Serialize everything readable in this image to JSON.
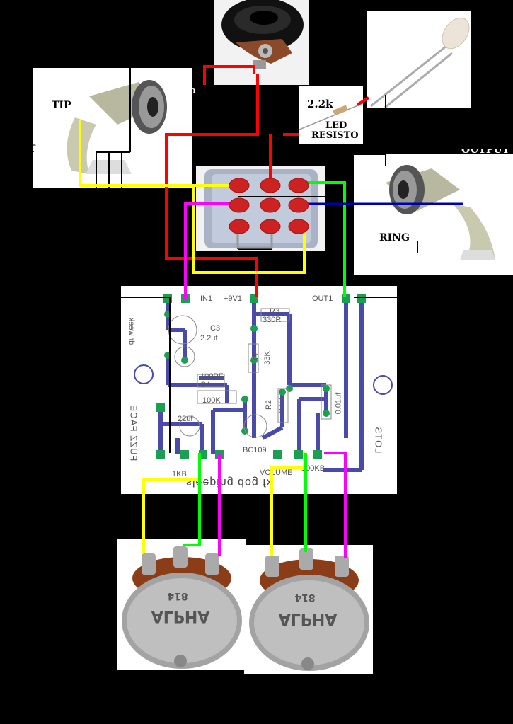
{
  "labels": {
    "tip": "TIP",
    "tip_left": "T",
    "to": "to",
    "resistor_value": "2.2k",
    "led_line1": "LED",
    "led_line2": "RESISTO",
    "output": "OUTPUT",
    "ring": "RING"
  },
  "pcb": {
    "in1": "IN1",
    "v9": "+9V1",
    "out1": "OUT1",
    "r3": "R3",
    "r3_val": "330R",
    "c3": "C3",
    "c3_val": "2.2uf",
    "r4": "R4",
    "r4_val": "33K",
    "c4_val": "100PF",
    "c4": "C4",
    "r1_val": "100K",
    "r2": "R2",
    "r2_val": "8.2K",
    "c2_val": "22uf",
    "c_val": "0.01uf",
    "transistor": "BC109",
    "pot1": "1KB",
    "pot2": "100KB",
    "pot2_name": "VOLUME",
    "mirror_left": "FUZZ FACE",
    "mirror_top": "dr week",
    "mirror_bottom": "sleeping dog fx",
    "mirror_right": "LOTS"
  },
  "pots": [
    {
      "brand": "ALPHA",
      "code": "814"
    },
    {
      "brand": "ALPHA",
      "code": "814"
    }
  ],
  "colors": {
    "background": "#000000",
    "trace": "#4a4aa8",
    "wire_red": "#ff0000",
    "wire_yellow": "#ffff00",
    "wire_green": "#00ff00",
    "wire_magenta": "#ff00ff",
    "wire_blue": "#0000aa",
    "pad": "#1aa050",
    "dc_jack_lugs": "#cc2222"
  }
}
